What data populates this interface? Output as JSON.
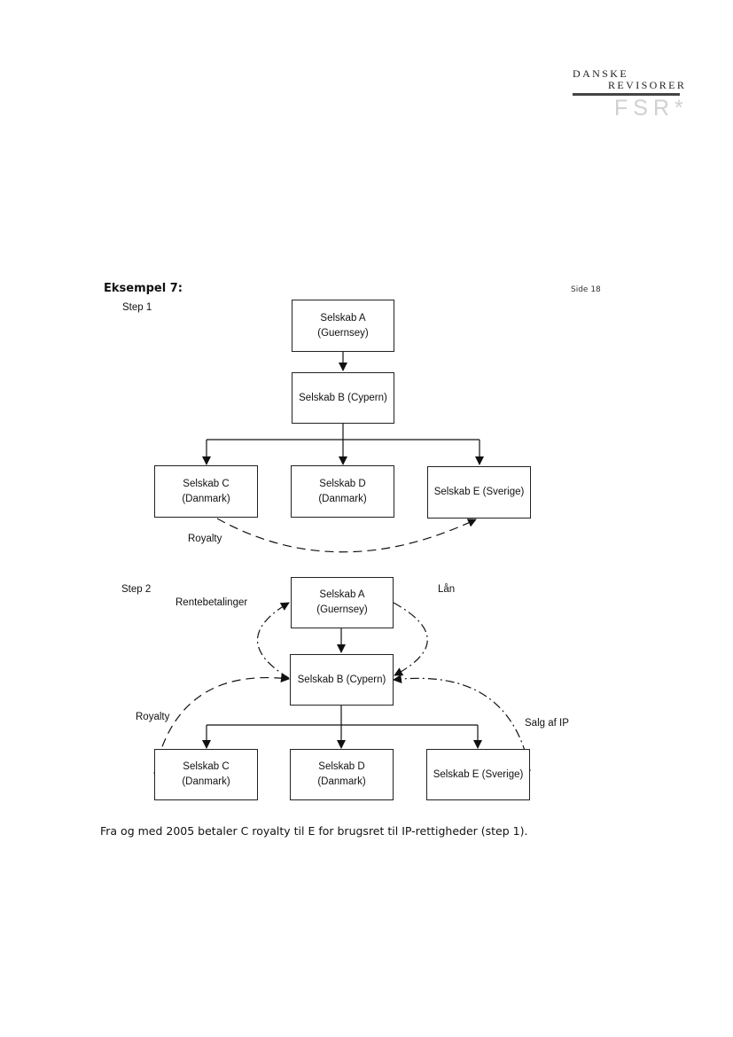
{
  "logo": {
    "line1": "DANSKE",
    "line2": "REVISORER",
    "mark": "FSR*"
  },
  "heading": "Eksempel 7:",
  "page_number": "Side 18",
  "step1": {
    "label": "Step 1",
    "company_a": {
      "name": "Selskab A",
      "country": "(Guernsey)"
    },
    "company_b": {
      "name": "Selskab B (Cypern)"
    },
    "company_c": {
      "name": "Selskab C",
      "country": "(Danmark)"
    },
    "company_d": {
      "name": "Selskab D",
      "country": "(Danmark)"
    },
    "company_e": {
      "name": "Selskab E (Sverige)"
    },
    "royalty_label": "Royalty"
  },
  "step2": {
    "label": "Step 2",
    "company_a": {
      "name": "Selskab A",
      "country": "(Guernsey)"
    },
    "company_b": {
      "name": "Selskab B (Cypern)"
    },
    "company_c": {
      "name": "Selskab C",
      "country": "(Danmark)"
    },
    "company_d": {
      "name": "Selskab D",
      "country": "(Danmark)"
    },
    "company_e": {
      "name": "Selskab E (Sverige)"
    },
    "interest_label": "Rentebetalinger",
    "loan_label": "Lån",
    "royalty_label": "Royalty",
    "ip_sale_label": "Salg af IP"
  },
  "caption": "Fra og med 2005 betaler C royalty til E for brugsret til IP-rettigheder (step 1)."
}
